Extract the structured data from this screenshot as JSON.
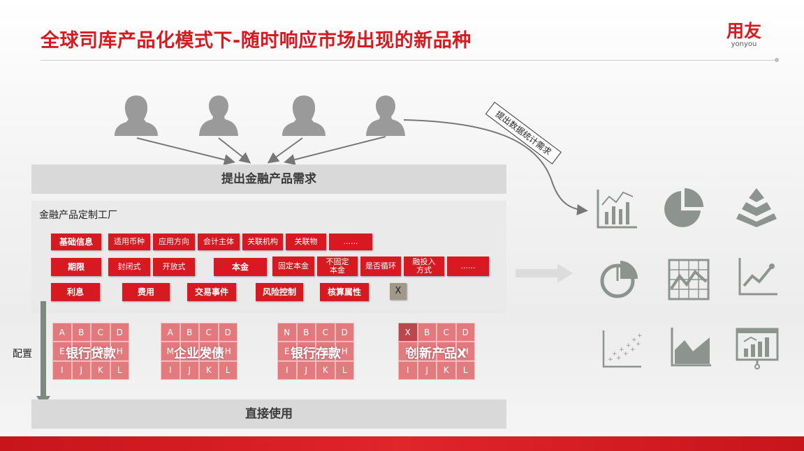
{
  "title": "全球司库产品化模式下-随时响应市场出现的新品种",
  "logo": {
    "cn": "用友",
    "en": "yonyou"
  },
  "top_bar": "提出金融产品需求",
  "bottom_bar": "直接使用",
  "factory": {
    "label": "金融产品定制工厂",
    "rows": [
      [
        {
          "label": "基础信息",
          "bold": true
        },
        {
          "label": "适用币种"
        },
        {
          "label": "应用方向"
        },
        {
          "label": "会计主体"
        },
        {
          "label": "关联机构"
        },
        {
          "label": "关联物"
        },
        {
          "label": "......"
        }
      ],
      [
        {
          "label": "期限",
          "bold": true
        },
        {
          "label": "封闭式"
        },
        {
          "label": "开放式"
        },
        {
          "label": "本金",
          "bold": true
        },
        {
          "label": "固定本金"
        },
        {
          "label": "不固定\n本金"
        },
        {
          "label": "是否循环"
        },
        {
          "label": "融投入\n方式"
        },
        {
          "label": "......"
        }
      ],
      [
        {
          "label": "利息",
          "bold": true
        },
        {
          "label": "费用",
          "bold": true
        },
        {
          "label": "交易事件",
          "bold": true
        },
        {
          "label": "风险控制",
          "bold": true
        },
        {
          "label": "核算属性",
          "bold": true
        },
        {
          "label": "X",
          "gray": true
        }
      ]
    ]
  },
  "config_label": "配置",
  "products": [
    {
      "name": "银行贷款",
      "cells": [
        "A",
        "B",
        "C",
        "D",
        "E",
        "F",
        "G",
        "H",
        "I",
        "J",
        "K",
        "L"
      ]
    },
    {
      "name": "企业发债",
      "cells": [
        "A",
        "B",
        "C",
        "D",
        "M",
        "F",
        "G",
        "H",
        "I",
        "J",
        "K",
        "L"
      ]
    },
    {
      "name": "银行存款",
      "cells": [
        "N",
        "B",
        "C",
        "D",
        "E",
        "F",
        "G",
        "H",
        "I",
        "J",
        "K",
        "L"
      ]
    },
    {
      "name": "创新产品X",
      "cells": [
        "X",
        "B",
        "C",
        "D",
        "E",
        "F",
        "G",
        "H",
        "I",
        "J",
        "K",
        "L"
      ]
    }
  ],
  "stat_request": "提出数据统计需求",
  "icons": [
    "bar-chart-icon",
    "pie-chart-icon",
    "pyramid-icon",
    "donut-chart-icon",
    "grid-line-chart-icon",
    "line-chart-icon",
    "scatter-plot-icon",
    "area-chart-icon",
    "presentation-chart-icon"
  ],
  "colors": {
    "brand_red": "#d71a21",
    "icon_gray": "#8d9490",
    "bar_gray": "#d9d9d9"
  }
}
